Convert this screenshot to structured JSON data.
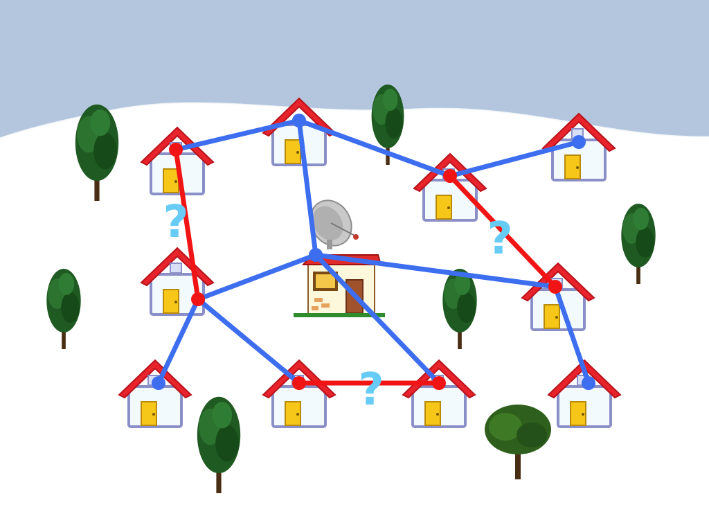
{
  "colors": {
    "sky": "#b3c6dd",
    "cable_connected": "#3d6ef0",
    "cable_unknown": "#f01414",
    "question_mark": "#66ccf5",
    "roof": "#e8232b",
    "house_wall": "#f3fafe",
    "house_outline": "#8a8fc8",
    "door": "#f6c618"
  },
  "question_mark_text": "?",
  "houses": [
    {
      "id": "h1"
    },
    {
      "id": "h2"
    },
    {
      "id": "h3"
    },
    {
      "id": "h4"
    },
    {
      "id": "h5"
    },
    {
      "id": "h6"
    },
    {
      "id": "h7"
    },
    {
      "id": "h8"
    },
    {
      "id": "h9"
    },
    {
      "id": "h10"
    },
    {
      "id": "h11"
    }
  ],
  "hub": {
    "id": "satellite-house",
    "icon": "satellite-dish-icon"
  },
  "connections": [
    {
      "from": "h1",
      "to": "h2",
      "state": "connected"
    },
    {
      "from": "h2",
      "to": "h3",
      "state": "connected"
    },
    {
      "from": "h3",
      "to": "h4",
      "state": "connected"
    },
    {
      "from": "h2",
      "to": "satellite-house",
      "state": "connected"
    },
    {
      "from": "satellite-house",
      "to": "h5",
      "state": "connected"
    },
    {
      "from": "satellite-house",
      "to": "h6",
      "state": "connected"
    },
    {
      "from": "satellite-house",
      "to": "h9",
      "state": "connected"
    },
    {
      "from": "h5",
      "to": "h7",
      "state": "connected"
    },
    {
      "from": "h5",
      "to": "h8",
      "state": "connected"
    },
    {
      "from": "h6",
      "to": "h10",
      "state": "connected"
    },
    {
      "from": "h1",
      "to": "h5",
      "state": "unknown"
    },
    {
      "from": "h3",
      "to": "h6",
      "state": "unknown"
    },
    {
      "from": "h8",
      "to": "h9",
      "state": "unknown"
    }
  ]
}
